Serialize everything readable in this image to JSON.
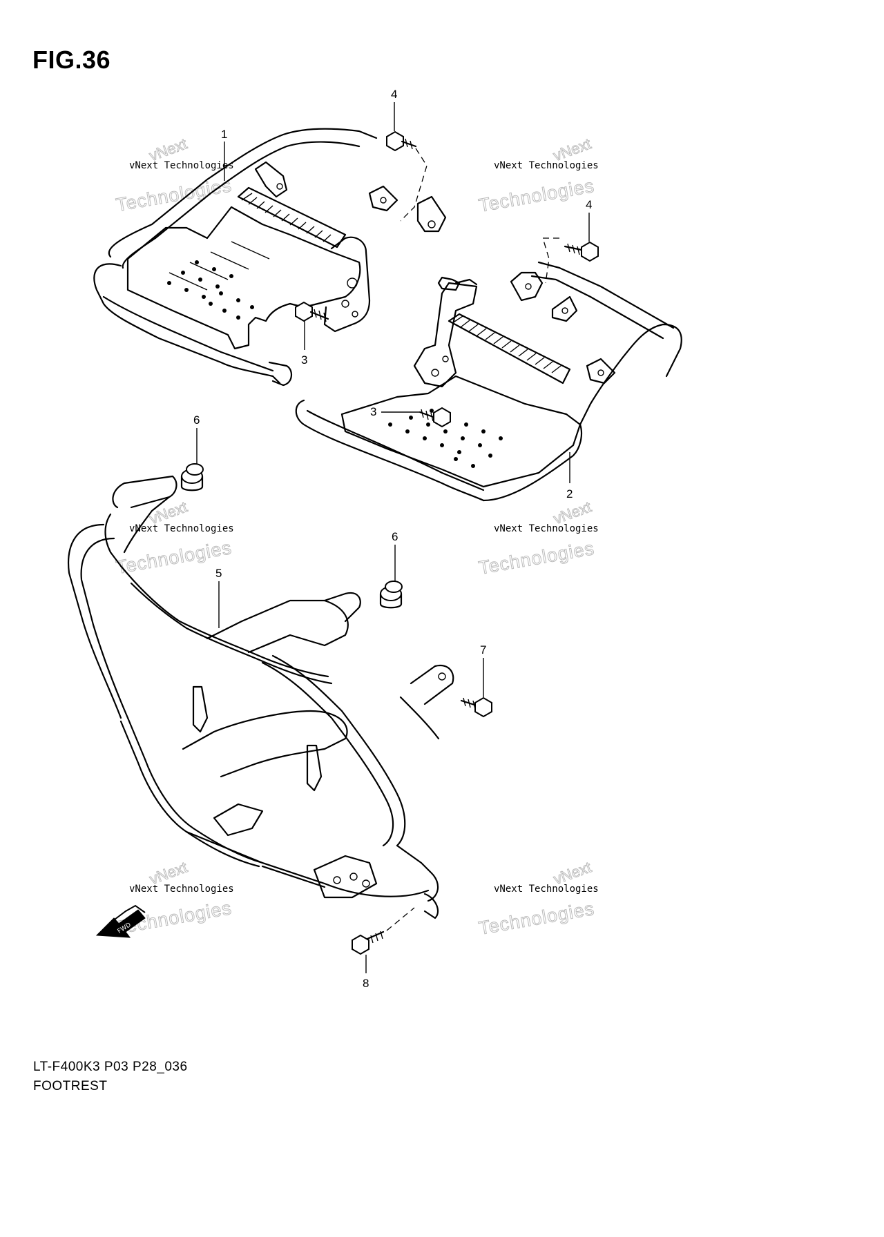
{
  "figure": {
    "title": "FIG.36",
    "model_code": "LT-F400K3 P03 P28_036",
    "part_group": "FOOTREST"
  },
  "callouts": [
    "1",
    "2",
    "3",
    "3",
    "4",
    "4",
    "5",
    "6",
    "6",
    "7",
    "8"
  ],
  "watermark": {
    "brand_short": "vNext",
    "brand_line": "vNext Technologies",
    "brand_word": "Technologies"
  },
  "front_arrow_label": "FWD",
  "colors": {
    "line": "#000000",
    "background": "#ffffff",
    "watermark": "#bbbbbb"
  }
}
